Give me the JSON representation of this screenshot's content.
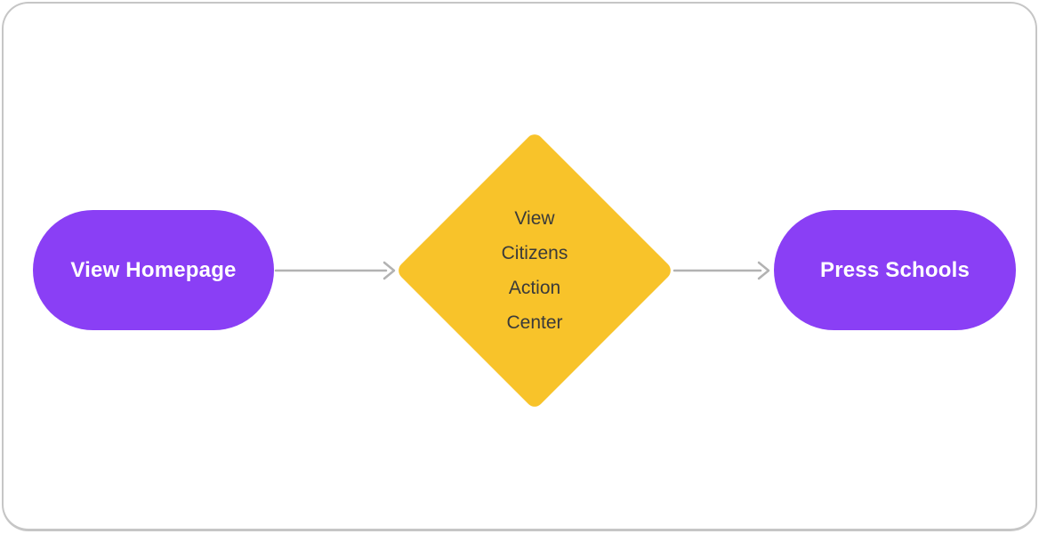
{
  "colors": {
    "canvas_background": "#ffffff",
    "card_background": "#ffffff",
    "card_border": "#c6c6c6",
    "node_fill_purple": "#8a3ff5",
    "node_text_white": "#ffffff",
    "diamond_fill_yellow": "#f8c32a",
    "diamond_text_dark": "#3a3a3a",
    "connector_gray": "#b2b2b2"
  },
  "flowchart": {
    "nodes": [
      {
        "id": "view-homepage",
        "shape": "rounded-rectangle",
        "label": "View Homepage"
      },
      {
        "id": "view-citizens-action-center",
        "shape": "diamond",
        "label": "View Citizens Action Center",
        "lines": [
          "View",
          "Citizens",
          "Action",
          "Center"
        ]
      },
      {
        "id": "press-schools",
        "shape": "rounded-rectangle",
        "label": "Press Schools"
      }
    ],
    "connectors": [
      {
        "from": "view-homepage",
        "to": "view-citizens-action-center",
        "style": "arrow"
      },
      {
        "from": "view-citizens-action-center",
        "to": "press-schools",
        "style": "arrow"
      }
    ]
  }
}
